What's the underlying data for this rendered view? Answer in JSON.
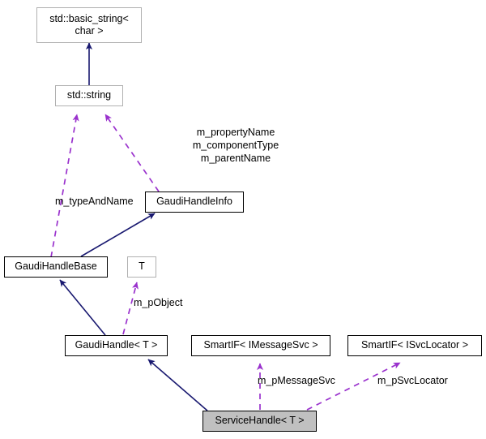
{
  "diagram": {
    "kind": "uml-collaboration-diagram",
    "focus_class": "ServiceHandle< T >",
    "colors": {
      "inheritance_arrow": "#191970",
      "usage_arrow": "#9a32cd",
      "focus_fill": "#c0c0c0",
      "external_border": "#b0b0b0",
      "internal_border": "#000000",
      "background": "#ffffff",
      "text": "#000000"
    },
    "nodes": [
      {
        "id": "basic_string",
        "label": "std::basic_string<\nchar >",
        "style": "external"
      },
      {
        "id": "string",
        "label": "std::string",
        "style": "external"
      },
      {
        "id": "gaudihandleinfo",
        "label": "GaudiHandleInfo",
        "style": "internal"
      },
      {
        "id": "gaudihandlebase",
        "label": "GaudiHandleBase",
        "style": "internal"
      },
      {
        "id": "t",
        "label": "T",
        "style": "external"
      },
      {
        "id": "gaudihandle",
        "label": "GaudiHandle< T >",
        "style": "internal"
      },
      {
        "id": "smartif_imessagesvc",
        "label": "SmartIF< IMessageSvc >",
        "style": "internal"
      },
      {
        "id": "smartif_isvclocator",
        "label": "SmartIF< ISvcLocator >",
        "style": "internal"
      },
      {
        "id": "servicehandle",
        "label": "ServiceHandle< T >",
        "style": "focus"
      }
    ],
    "edges": [
      {
        "from": "string",
        "to": "basic_string",
        "type": "inheritance",
        "label": ""
      },
      {
        "from": "gaudihandlebase",
        "to": "string",
        "type": "usage",
        "label": "m_typeAndName"
      },
      {
        "from": "gaudihandleinfo",
        "to": "string",
        "type": "usage",
        "label": "m_propertyName\nm_componentType\nm_parentName"
      },
      {
        "from": "gaudihandlebase",
        "to": "gaudihandleinfo",
        "type": "inheritance",
        "label": ""
      },
      {
        "from": "gaudihandle",
        "to": "gaudihandlebase",
        "type": "inheritance",
        "label": ""
      },
      {
        "from": "gaudihandle",
        "to": "t",
        "type": "usage",
        "label": "m_pObject"
      },
      {
        "from": "servicehandle",
        "to": "gaudihandle",
        "type": "inheritance",
        "label": ""
      },
      {
        "from": "servicehandle",
        "to": "smartif_imessagesvc",
        "type": "usage",
        "label": "m_pMessageSvc"
      },
      {
        "from": "servicehandle",
        "to": "smartif_isvclocator",
        "type": "usage",
        "label": "m_pSvcLocator"
      }
    ],
    "labels": {
      "m_typeAndName": "m_typeAndName",
      "info_fields": "m_propertyName\nm_componentType\nm_parentName",
      "m_pObject": "m_pObject",
      "m_pMessageSvc": "m_pMessageSvc",
      "m_pSvcLocator": "m_pSvcLocator"
    }
  }
}
